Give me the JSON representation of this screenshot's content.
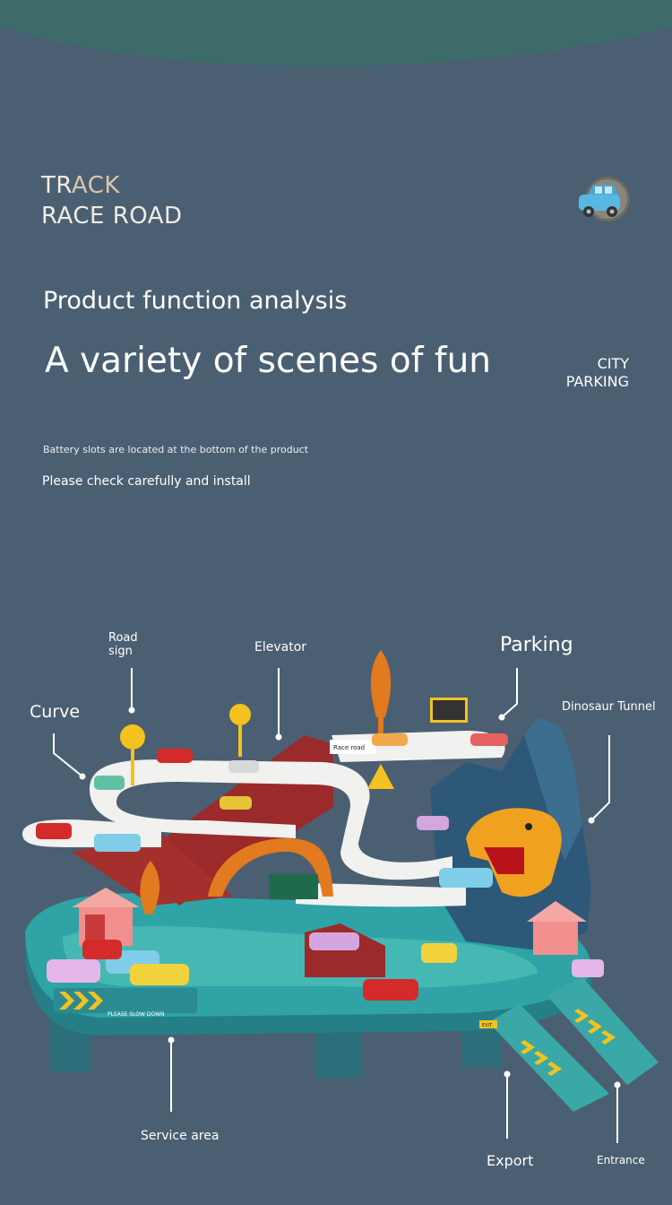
{
  "brand": {
    "line1_dim": "TR",
    "line1_rest": "ACK",
    "line2_lite": "RACE R",
    "line2_dim": "OAD"
  },
  "headline": {
    "title": "Product function analysis",
    "subtitle": "A variety of scenes of fun"
  },
  "city_tag": {
    "line1": "CITY",
    "line2": "PARKING"
  },
  "notes": {
    "battery": "Battery slots are located at the bottom of the product",
    "install": "Please check carefully and install"
  },
  "callouts": {
    "curve": "Curve",
    "road_sign_line1": "Road",
    "road_sign_line2": "sign",
    "elevator": "Elevator",
    "parking": "Parking",
    "dinosaur_tunnel": "Dinosaur Tunnel",
    "service_area": "Service area",
    "export": "Export",
    "entrance": "Entrance"
  },
  "product_sign_text": {
    "race_road": "Race road",
    "please_slow_down": "PLEASE SLOW DOWN",
    "exit": "EXIT"
  },
  "colors": {
    "background": "#4b5f72",
    "top_band": "#3c6b6a",
    "track_teal": "#2f9ea0",
    "track_white": "#f1f1ef",
    "ramp_red": "#9b2a2a",
    "mountain_blue": "#2e5877",
    "dino_orange": "#f0a21e",
    "bridge_orange": "#e27a20",
    "pink_building": "#f08f8d",
    "callout_line": "#ffffff"
  }
}
